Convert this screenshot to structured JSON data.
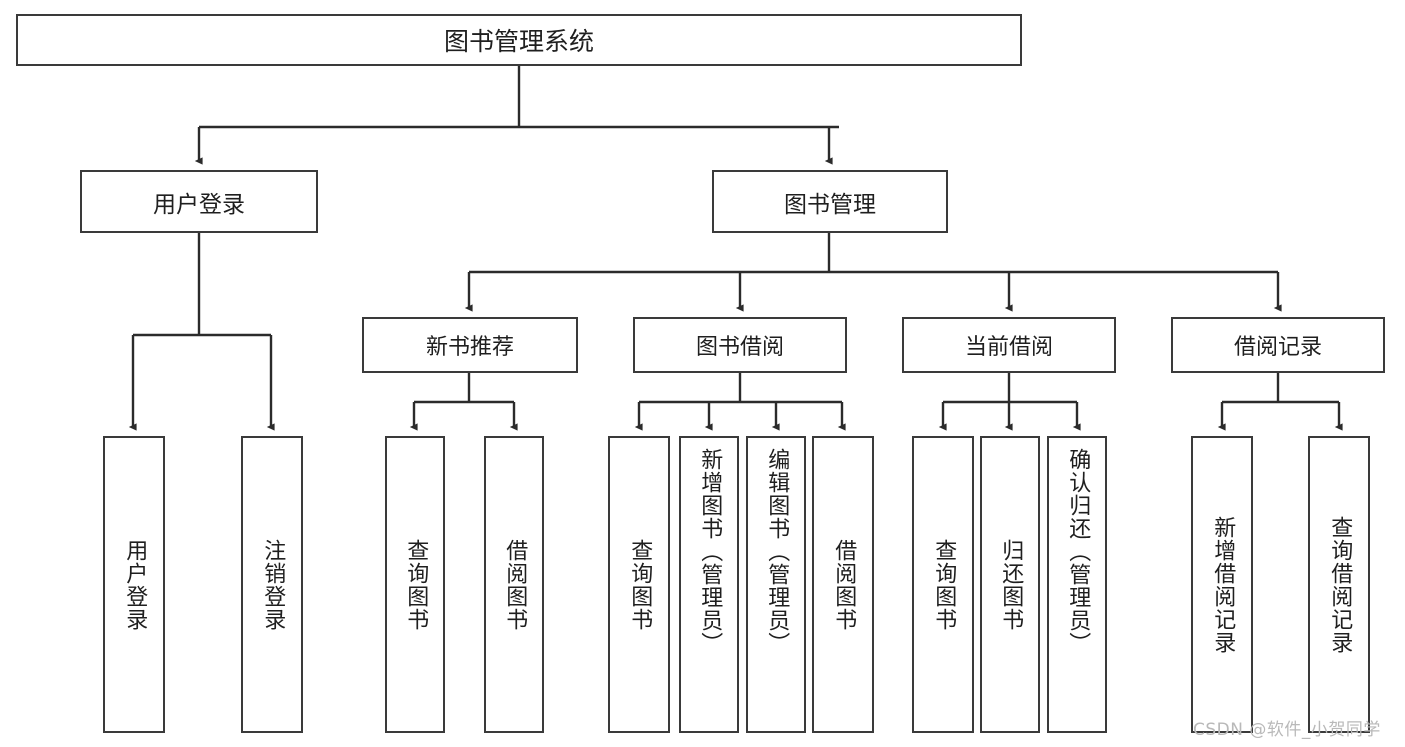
{
  "diagram": {
    "type": "tree-hierarchy",
    "title": "图书管理系统",
    "watermark": "CSDN @软件_小贺同学",
    "colors": {
      "box_border": "#3a3a3a",
      "box_fill": "#ffffff",
      "connector": "#2b2b2b",
      "text": "#1f1f1f",
      "watermark": "#b9b9b9"
    },
    "root": {
      "label": "图书管理系统"
    },
    "level1": [
      {
        "label": "用户登录"
      },
      {
        "label": "图书管理"
      }
    ],
    "level2": [
      {
        "label": "新书推荐"
      },
      {
        "label": "图书借阅"
      },
      {
        "label": "当前借阅"
      },
      {
        "label": "借阅记录"
      }
    ],
    "leaves": {
      "user_login": [
        {
          "label": "用户登录"
        },
        {
          "label": "注销登录"
        }
      ],
      "new_book_recommend": [
        {
          "label": "查询图书"
        },
        {
          "label": "借阅图书"
        }
      ],
      "book_borrow": [
        {
          "label": "查询图书"
        },
        {
          "label": "新增图书（管理员）"
        },
        {
          "label": "编辑图书（管理员）"
        },
        {
          "label": "借阅图书"
        }
      ],
      "current_borrow": [
        {
          "label": "查询图书"
        },
        {
          "label": "归还图书"
        },
        {
          "label": "确认归还（管理员）"
        }
      ],
      "borrow_record": [
        {
          "label": "新增借阅记录"
        },
        {
          "label": "查询借阅记录"
        }
      ]
    }
  }
}
